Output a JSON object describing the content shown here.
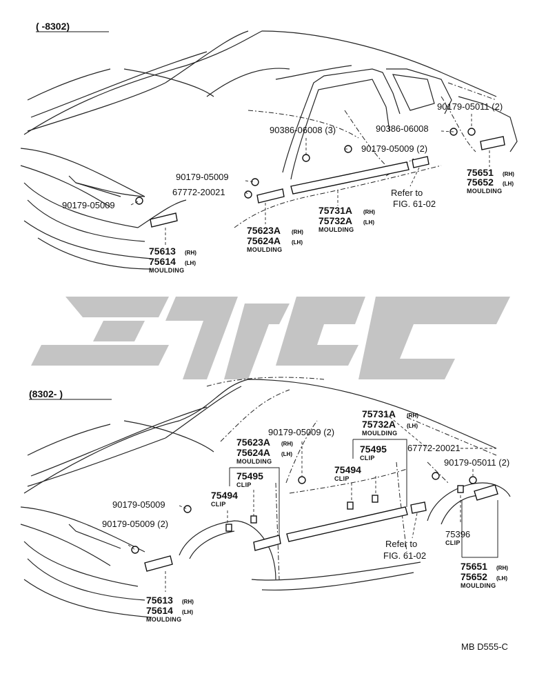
{
  "top": {
    "range": "(     -8302)",
    "labels": {
      "p90179_05011": "90179-05011  (2)",
      "p90386_06008_3": "90386-06008  (3)",
      "p90386_06008": "90386-06008",
      "p90179_05009_2": "90179-05009  (2)",
      "p90179_05009_a": "90179-05009",
      "p67772_20021": "67772-20021",
      "p90179_05009_b": "90179-05009",
      "p75651": "75651",
      "p75652": "75652",
      "p75651_mould": "MOULDING",
      "refer1": "Refer to",
      "refer2": "FIG. 61-02",
      "p75731A": "75731A",
      "p75732A": "75732A",
      "p75731A_mould": "MOULDING",
      "p75623A": "75623A",
      "p75624A": "75624A",
      "p75623A_mould": "MOULDING",
      "p75613": "75613",
      "p75614": "75614",
      "p75613_mould": "MOULDING"
    }
  },
  "bottom": {
    "range": "(8302-      )",
    "labels": {
      "p75731A": "75731A",
      "p75732A": "75732A",
      "p75731A_mould": "MOULDING",
      "p90179_05009_2": "90179-05009  (2)",
      "p75623A": "75623A",
      "p75624A": "75624A",
      "p75623A_mould": "MOULDING",
      "p75495_a": "75495",
      "p75495_a_clip": "CLIP",
      "p75494_a": "75494",
      "p75494_a_clip": "CLIP",
      "p75495_b": "75495",
      "p75495_b_clip": "CLIP",
      "p75494_b": "75494",
      "p75494_b_clip": "CLIP",
      "p67772_20021": "67772-20021",
      "p90179_05011": "90179-05011  (2)",
      "p90179_05009_a": "90179-05009",
      "p90179_05009_b": "90179-05009  (2)",
      "refer1": "Refer to",
      "refer2": "FIG. 61-02",
      "p75396": "75396",
      "p75396_clip": "CLIP",
      "p75651": "75651",
      "p75652": "75652",
      "p75651_mould": "MOULDING",
      "p75613": "75613",
      "p75614": "75614",
      "p75613_mould": "MOULDING"
    }
  },
  "sides": {
    "rh": "(RH)",
    "lh": "(LH)"
  },
  "footer": {
    "code": "MB D555-C"
  },
  "watermark": {
    "color": "#c4c4c4"
  }
}
